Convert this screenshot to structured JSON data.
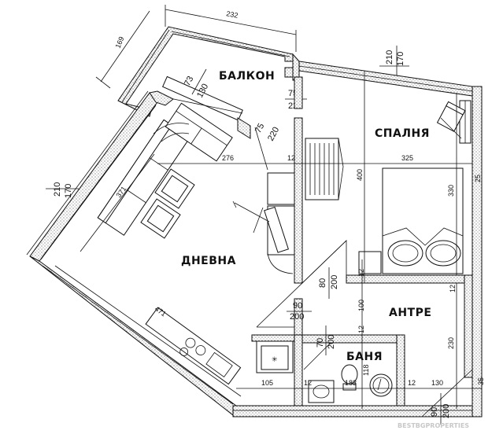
{
  "rooms": {
    "balcony": "БАЛКОН",
    "bedroom": "СПАЛНЯ",
    "living": "ДНЕВНА",
    "hall": "АНТРЕ",
    "bath": "БАНЯ"
  },
  "dimensions": {
    "top_232": "232",
    "left_169": "169",
    "right_210": "210",
    "right_170": "170",
    "win_73": "73",
    "win_130": "130",
    "door_75a": "75",
    "door_220a": "220",
    "door_75b": "75",
    "door_220b": "220",
    "d_276": "276",
    "d_12a": "12",
    "d_325": "325",
    "d_400": "400",
    "d_330": "330",
    "d_25": "25",
    "left_210": "210",
    "left_170": "170",
    "d_371": "371",
    "d_471": "471",
    "door_80": "80",
    "door_200a": "200",
    "door_90": "90",
    "door_200b": "200",
    "d_12b": "12",
    "d_100": "100",
    "d_12c": "12",
    "d_12d": "12",
    "door_70": "70",
    "door_200c": "200",
    "d_230": "230",
    "d_105": "105",
    "d_12e": "12",
    "d_183": "183",
    "d_118": "118",
    "d_12f": "12",
    "d_130": "130",
    "d_35": "35",
    "door_90b": "90",
    "door_200d": "200"
  },
  "watermark": "BESTBGPROPERTIES"
}
